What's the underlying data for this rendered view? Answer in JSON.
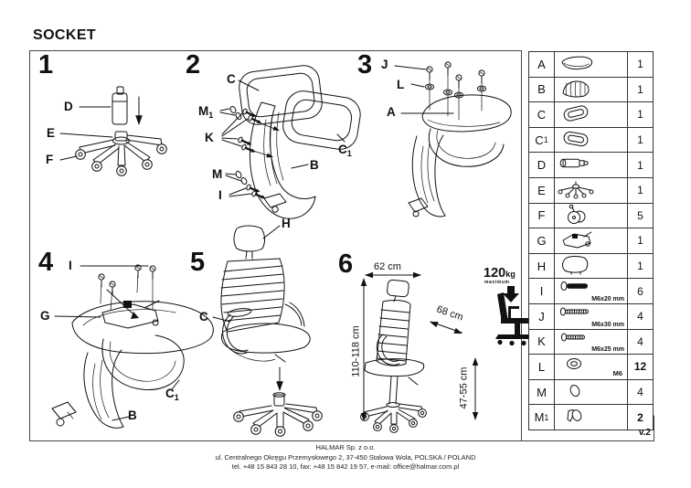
{
  "title": "SOCKET",
  "version": "v.2",
  "steps": {
    "step1": {
      "num": "1",
      "labels": {
        "d": {
          "t": "D"
        },
        "e": {
          "t": "E"
        },
        "f": {
          "t": "F"
        }
      }
    },
    "step2": {
      "num": "2",
      "labels": {
        "c": {
          "t": "C"
        },
        "m1": {
          "t": "M",
          "s": "1"
        },
        "k": {
          "t": "K"
        },
        "m": {
          "t": "M"
        },
        "i": {
          "t": "I"
        },
        "b": {
          "t": "B"
        },
        "c1": {
          "t": "C",
          "s": "1"
        }
      }
    },
    "step3": {
      "num": "3",
      "labels": {
        "j": {
          "t": "J"
        },
        "l": {
          "t": "L"
        },
        "a": {
          "t": "A"
        }
      }
    },
    "step4": {
      "num": "4",
      "labels": {
        "i": {
          "t": "I"
        },
        "g": {
          "t": "G"
        },
        "c1": {
          "t": "C",
          "s": "1"
        },
        "b": {
          "t": "B"
        }
      }
    },
    "step5": {
      "num": "5",
      "labels": {
        "h": {
          "t": "H"
        },
        "c": {
          "t": "C"
        }
      }
    },
    "step6": {
      "num": "6",
      "dims": {
        "width": "62 cm",
        "height": "110-118 cm",
        "depth": "68 cm",
        "seat_height": "47-55 cm"
      },
      "load": {
        "value": "120",
        "unit": "kg",
        "note": "maximum"
      }
    }
  },
  "parts_table": {
    "rows": [
      {
        "letter": "A",
        "icon": "seat-cushion",
        "qty": "1"
      },
      {
        "letter": "B",
        "icon": "backrest-shell",
        "qty": "1"
      },
      {
        "letter": "C",
        "icon": "armrest-frame",
        "qty": "1"
      },
      {
        "letter": "C",
        "sub": "1",
        "icon": "seat-frame",
        "qty": "1"
      },
      {
        "letter": "D",
        "icon": "gas-lift",
        "qty": "1"
      },
      {
        "letter": "E",
        "icon": "five-star-base",
        "qty": "1"
      },
      {
        "letter": "F",
        "icon": "caster-wheel",
        "qty": "5"
      },
      {
        "letter": "G",
        "icon": "tilt-mechanism",
        "qty": "1"
      },
      {
        "letter": "H",
        "icon": "headrest",
        "qty": "1"
      },
      {
        "letter": "I",
        "icon": "screw",
        "size": "M6x20 mm",
        "qty": "6"
      },
      {
        "letter": "J",
        "icon": "screw",
        "size": "M6x30 mm",
        "qty": "4"
      },
      {
        "letter": "K",
        "icon": "screw",
        "size": "M6x25 mm",
        "qty": "4"
      },
      {
        "letter": "L",
        "icon": "washer",
        "size": "M6",
        "qty": "12"
      },
      {
        "letter": "M",
        "icon": "cap",
        "qty": "4"
      },
      {
        "letter": "M",
        "sub": "1",
        "icon": "cap-flanged",
        "qty": "2"
      }
    ]
  },
  "footer": {
    "company": "HALMAR Sp. z o.o.",
    "address": "ul. Centralnego Okręgu Przemysłowego 2, 37-450 Stalowa Wola, POLSKA / POLAND",
    "contact": "tel. +48 15 843 28 10, fax: +48 15 842 19 57, e-mail: office@halmar.com.pl"
  }
}
